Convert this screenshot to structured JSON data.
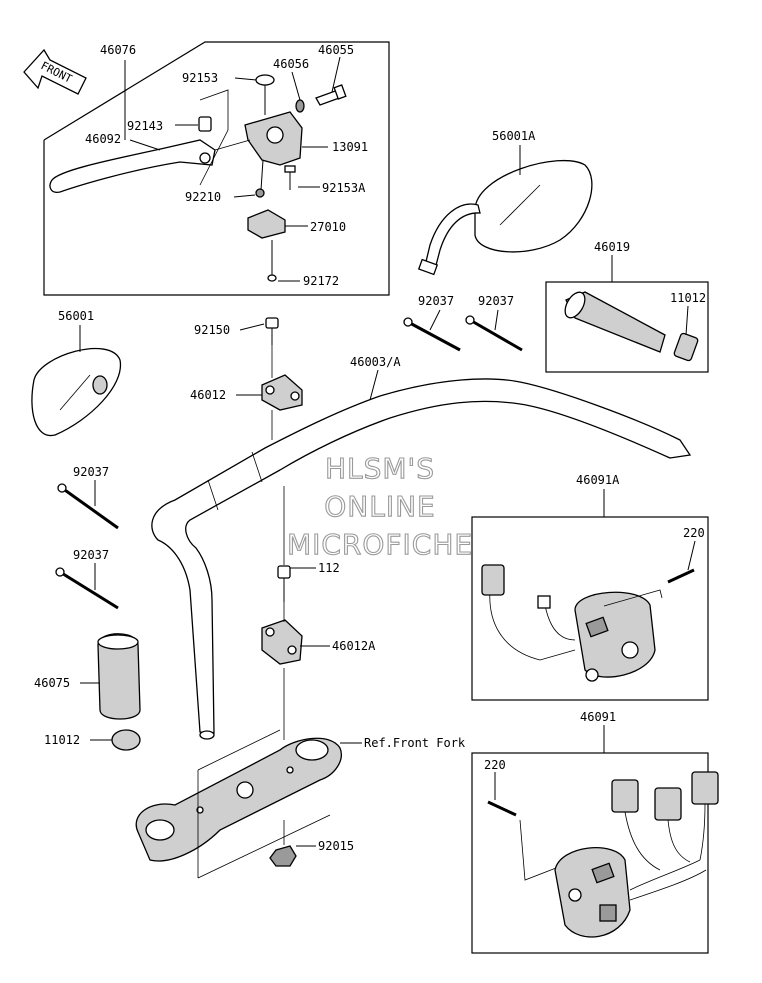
{
  "diagram": {
    "front_arrow_label": "FRONT",
    "watermark": [
      "HLSM'S",
      "ONLINE",
      "MICROFICHE"
    ],
    "labels": {
      "p46076": "46076",
      "p46055": "46055",
      "p92153": "92153",
      "p46056": "46056",
      "p92143": "92143",
      "p46092": "46092",
      "p13091": "13091",
      "p92153a": "92153A",
      "p92210": "92210",
      "p27010": "27010",
      "p92172": "92172",
      "p56001a": "56001A",
      "p46019": "46019",
      "p11012_top": "11012",
      "p92037_a": "92037",
      "p92037_b": "92037",
      "p56001": "56001",
      "p92150": "92150",
      "p46003a": "46003/A",
      "p46012": "46012",
      "p92037_c": "92037",
      "p92037_d": "92037",
      "p112": "112",
      "p46091a": "46091A",
      "p220_a": "220",
      "p46012a": "46012A",
      "p46075": "46075",
      "p11012_bot": "11012",
      "ref_front_fork": "Ref.Front Fork",
      "p46091": "46091",
      "p220_b": "220",
      "p92015": "92015"
    }
  }
}
